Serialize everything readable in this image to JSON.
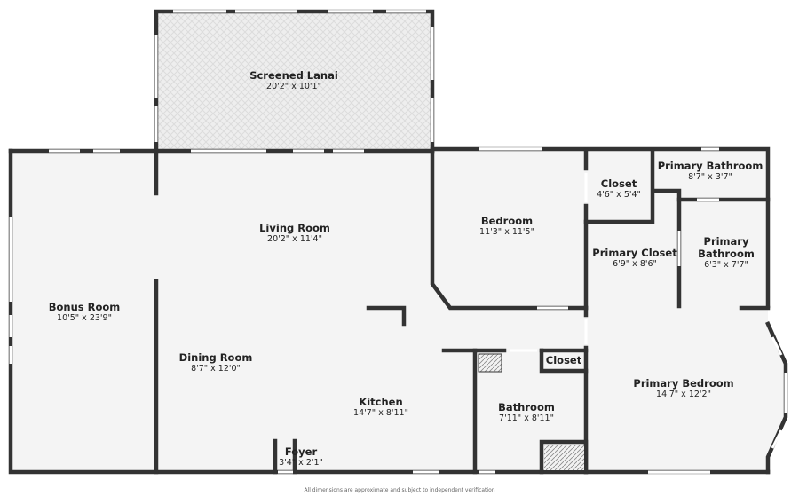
{
  "colors": {
    "wall": "#333333",
    "floor": "#f4f4f4",
    "lanai": "#ececec"
  },
  "rooms": [
    {
      "name": "Screened Lanai",
      "dims": "20'2\" x 10'1\""
    },
    {
      "name": "Living Room",
      "dims": "20'2\" x 11'4\""
    },
    {
      "name": "Bedroom",
      "dims": "11'3\" x 11'5\""
    },
    {
      "name": "Closet",
      "dims": "4'6\" x 5'4\""
    },
    {
      "name": "Primary Bathroom",
      "dims": "8'7\" x 3'7\""
    },
    {
      "name": "Primary Closet",
      "dims": "6'9\" x 8'6\""
    },
    {
      "name": "Primary Bathroom",
      "dims": "6'3\" x 7'7\""
    },
    {
      "name": "Bonus Room",
      "dims": "10'5\" x 23'9\""
    },
    {
      "name": "Dining Room",
      "dims": "8'7\" x 12'0\""
    },
    {
      "name": "Kitchen",
      "dims": "14'7\" x 8'11\""
    },
    {
      "name": "Bathroom",
      "dims": "7'11\" x 8'11\""
    },
    {
      "name": "Closet",
      "dims": ""
    },
    {
      "name": "Primary Bedroom",
      "dims": "14'7\" x 12'2\""
    },
    {
      "name": "Foyer",
      "dims": "3'4\" x 2'1\""
    }
  ],
  "disclaimer": "All dimensions are approximate and subject to independent verification"
}
